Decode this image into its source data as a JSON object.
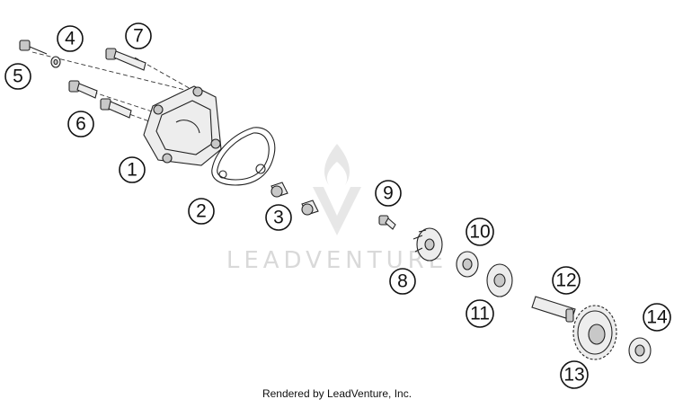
{
  "watermark": {
    "text": "LEADVENTURE"
  },
  "callouts": [
    {
      "id": "callout-1",
      "label": "1"
    },
    {
      "id": "callout-2",
      "label": "2"
    },
    {
      "id": "callout-3",
      "label": "3"
    },
    {
      "id": "callout-4",
      "label": "4"
    },
    {
      "id": "callout-5",
      "label": "5"
    },
    {
      "id": "callout-6",
      "label": "6"
    },
    {
      "id": "callout-7",
      "label": "7"
    },
    {
      "id": "callout-8",
      "label": "8"
    },
    {
      "id": "callout-9",
      "label": "9"
    },
    {
      "id": "callout-10",
      "label": "10"
    },
    {
      "id": "callout-11",
      "label": "11"
    },
    {
      "id": "callout-12",
      "label": "12"
    },
    {
      "id": "callout-13",
      "label": "13"
    },
    {
      "id": "callout-14",
      "label": "14"
    }
  ],
  "footer": {
    "credit": "Rendered by LeadVenture, Inc."
  }
}
